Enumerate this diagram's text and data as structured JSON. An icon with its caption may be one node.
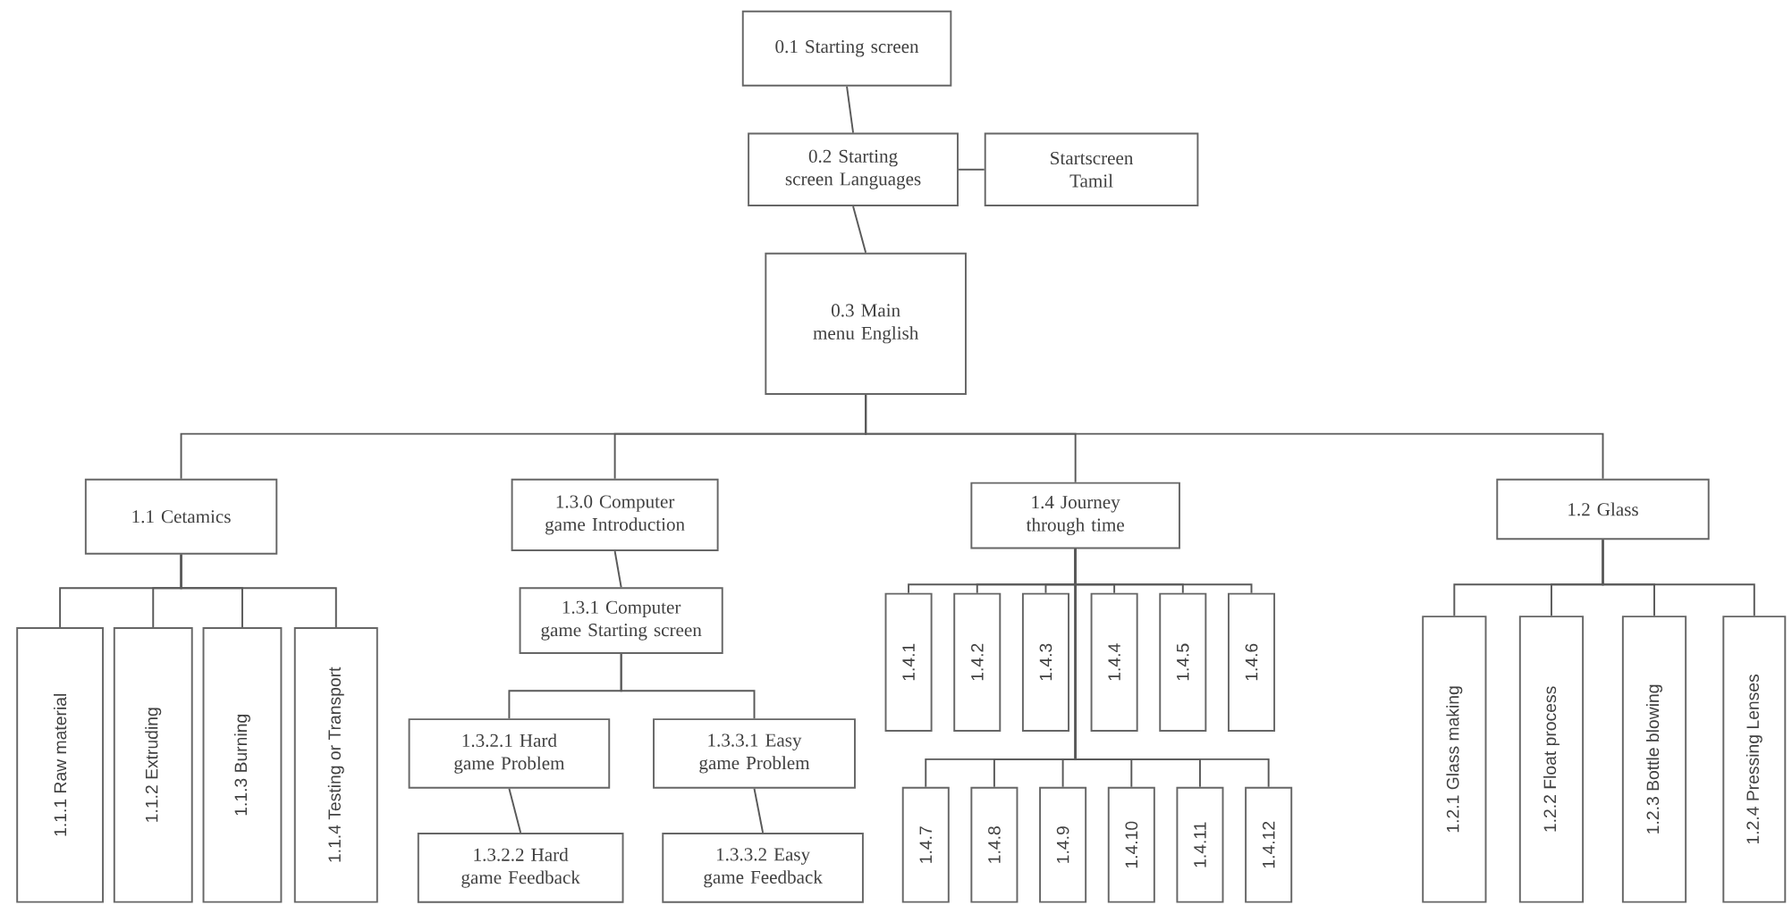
{
  "diagram": {
    "nodes": [
      {
        "text": [
          "0.1 Starting screen"
        ]
      },
      {
        "text": [
          "0.2 Starting screen Languages"
        ]
      },
      {
        "text": [
          "Startscreen Tamil"
        ]
      },
      {
        "text": [
          "0.3 Main menu English"
        ]
      },
      {
        "text": [
          "1.1 Cetamics"
        ]
      },
      {
        "text": [
          "1.3.0 Computer game Introduction"
        ]
      },
      {
        "text": [
          "1.3.1 Computer game Starting screen"
        ]
      },
      {
        "text": [
          "1.3.2.1 Hard game Problem"
        ]
      },
      {
        "text": [
          "1.3.2.2 Hard game Feedback"
        ]
      },
      {
        "text": [
          "1.3.3.1 Easy game Problem"
        ]
      },
      {
        "text": [
          "1.3.3.2 Easy game Feedback"
        ]
      },
      {
        "text": [
          "1.4 Journey through time"
        ]
      },
      {
        "text": [
          "1.2 Glass"
        ]
      },
      {
        "text": [
          "1.1.1 Raw material"
        ]
      },
      {
        "text": [
          "1.1.2 Extruding"
        ]
      },
      {
        "text": [
          "1.1.3 Burning"
        ]
      },
      {
        "text": [
          "1.1.4 Testing or Transport"
        ]
      },
      {
        "text": [
          "1.4.1"
        ]
      },
      {
        "text": [
          "1.4.2"
        ]
      },
      {
        "text": [
          "1.4.3"
        ]
      },
      {
        "text": [
          "1.4.4"
        ]
      },
      {
        "text": [
          "1.4.5"
        ]
      },
      {
        "text": [
          "1.4.6"
        ]
      },
      {
        "text": [
          "1.4.7"
        ]
      },
      {
        "text": [
          "1.4.8"
        ]
      },
      {
        "text": [
          "1.4.9"
        ]
      },
      {
        "text": [
          "1.4.10"
        ]
      },
      {
        "text": [
          "1.4.11"
        ]
      },
      {
        "text": [
          "1.4.12"
        ]
      },
      {
        "text": [
          "1.2.1 Glass making"
        ]
      },
      {
        "text": [
          "1.2.2 Float process"
        ]
      },
      {
        "text": [
          "1.2.3 Bottle blowing"
        ]
      },
      {
        "text": [
          "1.2.4 Pressing Lenses"
        ]
      }
    ],
    "edges": [
      {
        "from": 0,
        "to": 1,
        "arrow": "none"
      },
      {
        "from": 1,
        "to": 2,
        "arrow": "none"
      },
      {
        "from": 1,
        "to": 3,
        "arrow": "none"
      },
      {
        "from": 3,
        "to": 4,
        "arrow": "none"
      },
      {
        "from": 3,
        "to": 5,
        "arrow": "none"
      },
      {
        "from": 3,
        "to": 11,
        "arrow": "none"
      },
      {
        "from": 3,
        "to": 12,
        "arrow": "none"
      },
      {
        "from": 5,
        "to": 6,
        "arrow": "none"
      },
      {
        "from": 6,
        "to": 7,
        "arrow": "none"
      },
      {
        "from": 6,
        "to": 9,
        "arrow": "none"
      },
      {
        "from": 7,
        "to": 8,
        "arrow": "none"
      },
      {
        "from": 9,
        "to": 10,
        "arrow": "none"
      },
      {
        "from": 4,
        "to": 13,
        "arrow": "none"
      },
      {
        "from": 4,
        "to": 14,
        "arrow": "none"
      },
      {
        "from": 4,
        "to": 15,
        "arrow": "none"
      },
      {
        "from": 4,
        "to": 16,
        "arrow": "none"
      },
      {
        "from": 11,
        "to": 17,
        "arrow": "none"
      },
      {
        "from": 11,
        "to": 18,
        "arrow": "none"
      },
      {
        "from": 11,
        "to": 19,
        "arrow": "none"
      },
      {
        "from": 11,
        "to": 20,
        "arrow": "none"
      },
      {
        "from": 11,
        "to": 21,
        "arrow": "none"
      },
      {
        "from": 11,
        "to": 22,
        "arrow": "none"
      },
      {
        "from": 11,
        "to": 23,
        "arrow": "none"
      },
      {
        "from": 11,
        "to": 24,
        "arrow": "none"
      },
      {
        "from": 11,
        "to": 25,
        "arrow": "none"
      },
      {
        "from": 11,
        "to": 26,
        "arrow": "none"
      },
      {
        "from": 11,
        "to": 27,
        "arrow": "none"
      },
      {
        "from": 11,
        "to": 28,
        "arrow": "none"
      },
      {
        "from": 12,
        "to": 29,
        "arrow": "none"
      },
      {
        "from": 12,
        "to": 30,
        "arrow": "none"
      },
      {
        "from": 12,
        "to": 31,
        "arrow": "none"
      },
      {
        "from": 12,
        "to": 32,
        "arrow": "none"
      }
    ]
  }
}
